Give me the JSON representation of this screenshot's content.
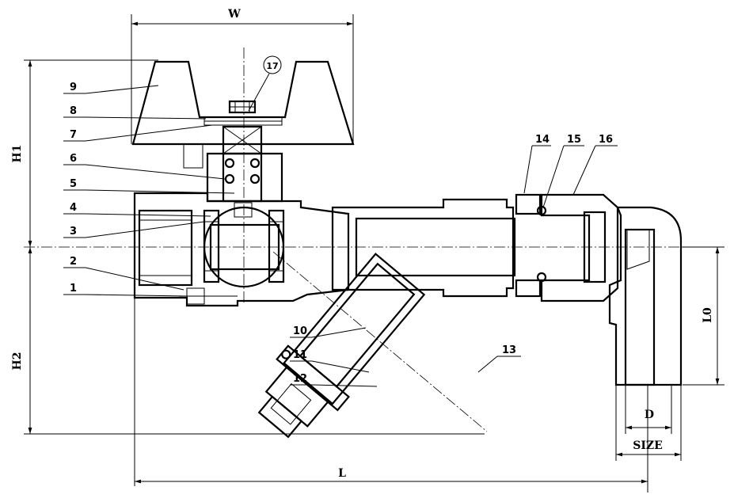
{
  "dimensions": {
    "W": "W",
    "H1": "H1",
    "H2": "H2",
    "L": "L",
    "L0": "L0",
    "D": "D",
    "SIZE": "SIZE"
  },
  "part_labels": [
    "1",
    "2",
    "3",
    "4",
    "5",
    "6",
    "7",
    "8",
    "9",
    "10",
    "11",
    "12",
    "13",
    "14",
    "15",
    "16",
    "17"
  ],
  "colors": {
    "line": "#000000",
    "background": "#ffffff"
  }
}
